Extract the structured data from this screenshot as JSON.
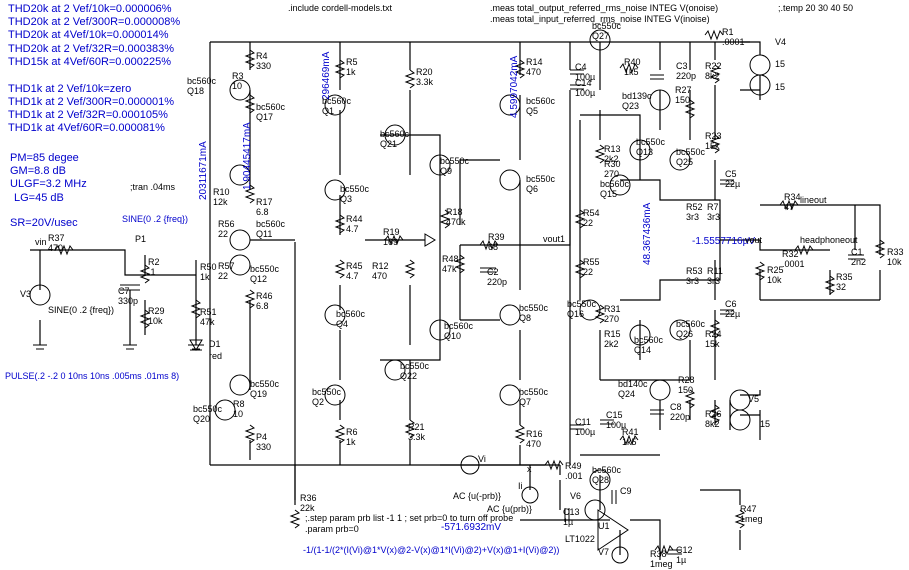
{
  "notes_left": [
    "THD20k at 2 Vef/10k=0.000006%",
    "THD20k at 2 Vef/300R=0.000008%",
    "THD20k at 4Vef/10k=0.000014%",
    "THD20k at 2 Vef/32R=0.000383%",
    "THD15k at 4Vef/60R=0.000225%",
    "THD1k at 2  Vef/10k=zero",
    "THD1k at 2 Vef/300R=0.000001%",
    "THD1k at 2 Vef/32R=0.000105%",
    "THD1k at 4Vef/60R=0.000081%"
  ],
  "params": [
    "PM=85 degee",
    "GM=8.8 dB",
    "ULGF=3.2 MHz",
    "LG=45 dB",
    "SR=20V/usec"
  ],
  "directives": {
    "include": ".include cordell-models.txt",
    "meas1": ".meas total_output_referred_rms_noise INTEG V(onoise)",
    "meas2": ".meas total_input_referred_rms_noise INTEG V(inoise)",
    "temp": ";.temp 20 30 40 50",
    "tran": ";tran .04ms",
    "step": ";.step param prb list -1 1 ; set prb=0 to turn off probe",
    "param": ".param prb=0",
    "pulse": "PULSE(.2 -.2 0 10ns 10ns .005ms .01ms 8)",
    "sine_top": "SINE(0 .2 {freq})",
    "sine_v3": "SINE(0 .2 {freq})",
    "ac": "AC {u(-prb)}",
    "ac2": "AC {u(prb)}",
    "formula": "-1/(1-1/(2*(I(Vi)@1*V(x)@2-V(x)@1*I(Vi)@2)+V(x)@1+I(Vi)@2))"
  },
  "probes": {
    "i1": "20311671mA",
    "i2": "1.90445417mA",
    "i3": "296469mA",
    "i4": "4.5997042mA",
    "i5": "48.367436mA",
    "v1": "-1.5557716µV",
    "v2": "-571.6932mV"
  },
  "nets": {
    "vin": "vin",
    "vout1": "vout1",
    "vout": "vout",
    "hpout": "headphoneout",
    "lineout": "lineout",
    "vi": "Vi",
    "x": "x",
    "ii": "Ii",
    "p1": "P1",
    "prb": "prb"
  },
  "components": [
    {
      "id": "R4",
      "v": "330"
    },
    {
      "id": "R3",
      "v": "10"
    },
    {
      "id": "R5",
      "v": "1k"
    },
    {
      "id": "R20",
      "v": "3.3k"
    },
    {
      "id": "R14",
      "v": "470"
    },
    {
      "id": "R10",
      "v": "12k"
    },
    {
      "id": "R17",
      "v": "6.8"
    },
    {
      "id": "R44",
      "v": "4.7"
    },
    {
      "id": "R45",
      "v": "4.7"
    },
    {
      "id": "R46",
      "v": "6.8"
    },
    {
      "id": "R56",
      "v": "22"
    },
    {
      "id": "R57",
      "v": "22"
    },
    {
      "id": "R50",
      "v": "1k"
    },
    {
      "id": "R51",
      "v": "47k"
    },
    {
      "id": "R19",
      "v": "169"
    },
    {
      "id": "R12",
      "v": "470"
    },
    {
      "id": "R18",
      "v": "470k"
    },
    {
      "id": "R39",
      "v": "68"
    },
    {
      "id": "R48",
      "v": "47k"
    },
    {
      "id": "R8",
      "v": "10"
    },
    {
      "id": "R6",
      "v": "1k"
    },
    {
      "id": "R21",
      "v": "3.3k"
    },
    {
      "id": "R16",
      "v": "470"
    },
    {
      "id": "R36",
      "v": "22k"
    },
    {
      "id": "R37",
      "v": "470"
    },
    {
      "id": "R2",
      "v": ".1"
    },
    {
      "id": "R29",
      "v": "10k"
    },
    {
      "id": "P4",
      "v": "330"
    },
    {
      "id": "R40",
      "v": "1k5"
    },
    {
      "id": "R27",
      "v": "150"
    },
    {
      "id": "R22",
      "v": "8k2"
    },
    {
      "id": "R1",
      "v": ".0001"
    },
    {
      "id": "R13",
      "v": "2k2"
    },
    {
      "id": "R30",
      "v": "270"
    },
    {
      "id": "R23",
      "v": "15k"
    },
    {
      "id": "R54",
      "v": "22"
    },
    {
      "id": "R55",
      "v": "22"
    },
    {
      "id": "R52",
      "v": "3r3"
    },
    {
      "id": "R7",
      "v": "3r3"
    },
    {
      "id": "R53",
      "v": "3r3"
    },
    {
      "id": "R11",
      "v": "3r3"
    },
    {
      "id": "R31",
      "v": "270"
    },
    {
      "id": "R15",
      "v": "2k2"
    },
    {
      "id": "R24",
      "v": "15k"
    },
    {
      "id": "R28",
      "v": "150"
    },
    {
      "id": "R26",
      "v": "8k2"
    },
    {
      "id": "R41",
      "v": "1k5"
    },
    {
      "id": "R34",
      "v": "47"
    },
    {
      "id": "R32",
      "v": ".0001"
    },
    {
      "id": "R25",
      "v": "10k"
    },
    {
      "id": "R35",
      "v": "32"
    },
    {
      "id": "R33",
      "v": "10k"
    },
    {
      "id": "R49",
      "v": ".001"
    },
    {
      "id": "R47",
      "v": "1meg"
    },
    {
      "id": "R38",
      "v": "1meg"
    },
    {
      "id": "C4",
      "v": "100µ"
    },
    {
      "id": "C14",
      "v": "100µ"
    },
    {
      "id": "C3",
      "v": "220p"
    },
    {
      "id": "C5",
      "v": "22µ"
    },
    {
      "id": "C2",
      "v": "220p"
    },
    {
      "id": "C7",
      "v": "330p"
    },
    {
      "id": "C6",
      "v": "22µ"
    },
    {
      "id": "C8",
      "v": "220p"
    },
    {
      "id": "C11",
      "v": "100µ"
    },
    {
      "id": "C15",
      "v": "100µ"
    },
    {
      "id": "C1",
      "v": "2n2"
    },
    {
      "id": "C13",
      "v": "1µ"
    },
    {
      "id": "C9",
      "v": ""
    },
    {
      "id": "C12",
      "v": "1µ"
    }
  ],
  "transistors": [
    {
      "id": "Q18",
      "m": "bc560c"
    },
    {
      "id": "Q17",
      "m": "bc560c"
    },
    {
      "id": "Q11",
      "m": "bc560c"
    },
    {
      "id": "Q12",
      "m": "bc550c"
    },
    {
      "id": "Q19",
      "m": "bc550c"
    },
    {
      "id": "Q20",
      "m": "bc550c"
    },
    {
      "id": "Q1",
      "m": "bc560c"
    },
    {
      "id": "Q21",
      "m": "bc560c"
    },
    {
      "id": "Q3",
      "m": "bc550c"
    },
    {
      "id": "Q4",
      "m": "bc560c"
    },
    {
      "id": "Q2",
      "m": "bc550c"
    },
    {
      "id": "Q22",
      "m": "bc550c"
    },
    {
      "id": "Q5",
      "m": "bc560c"
    },
    {
      "id": "Q6",
      "m": "bc550c"
    },
    {
      "id": "Q9",
      "m": "bc550c"
    },
    {
      "id": "Q8",
      "m": "bc550c"
    },
    {
      "id": "Q10",
      "m": "bc560c"
    },
    {
      "id": "Q7",
      "m": "bc550c"
    },
    {
      "id": "Q27",
      "m": "bc550c"
    },
    {
      "id": "Q23",
      "m": "bd139c"
    },
    {
      "id": "Q13",
      "m": "bc550c"
    },
    {
      "id": "Q15",
      "m": "bc560c"
    },
    {
      "id": "Q25",
      "m": "bc550c"
    },
    {
      "id": "Q16",
      "m": "bc550c"
    },
    {
      "id": "Q14",
      "m": "bc560c"
    },
    {
      "id": "Q26",
      "m": "bc560c"
    },
    {
      "id": "Q24",
      "m": "bd140c"
    },
    {
      "id": "Q28",
      "m": "bc560c"
    }
  ],
  "sources": {
    "V1": "15",
    "V2": "15",
    "V3": "V3",
    "V4": "V4",
    "V5": "V5",
    "V6": "V6",
    "V7": "V7",
    "D1": "D1",
    "D1m": "red",
    "U1": "U1",
    "U1m": "LT1022"
  }
}
